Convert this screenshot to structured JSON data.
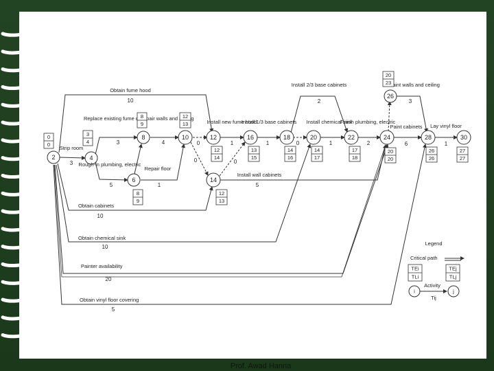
{
  "footer": "Prof. Awad Hanna",
  "nodes": [
    "2",
    "4",
    "6",
    "8",
    "10",
    "12",
    "14",
    "16",
    "18",
    "20",
    "22",
    "24",
    "26",
    "28",
    "30"
  ],
  "activities": {
    "fume_hood": "Obtain fume hood",
    "strip": "Strip room",
    "replace": "Replace existing fume duct",
    "repair_walls": "Repair walls and ceiling",
    "rough": "Rough-in plumbing, electric",
    "repair_floor": "Repair floor",
    "install_hood": "Install new fume hood",
    "install_base_13": "Install 1/3 base cabinets",
    "install_base_23": "Install 2/3 base cabinets",
    "install_sink": "Install chemical sink",
    "finish": "Finish plumbing, electric",
    "paint_cab": "Paint cabinets",
    "paint_walls": "Paint walls and ceiling",
    "lay_floor": "Lay vinyl floor",
    "wall_cab": "Install wall cabinets",
    "obtain_cab": "Obtain cabinets",
    "obtain_sink": "Obtain chemical sink",
    "painter": "Painter availability",
    "obtain_floor": "Obtain vinyl floor covering"
  },
  "durations": {
    "fume_hood": "10",
    "strip": "3",
    "replace": "3",
    "repair_walls": "4",
    "rough": "5",
    "repair_floor": "1",
    "d10_12": "0",
    "d10_14": "0",
    "install_hood": "1",
    "d14_16": "0",
    "install_base_13": "1",
    "d16_18": "0",
    "install_base_23": "2",
    "install_sink": "1",
    "wall_cab": "5",
    "finish": "2",
    "paint_cab": "6",
    "paint_walls": "3",
    "lay_floor": "1",
    "obtain_cab": "10",
    "obtain_sink": "10",
    "painter": "20",
    "obtain_floor": "5"
  },
  "times": {
    "n2": [
      "0",
      "0"
    ],
    "n4": [
      "3",
      "4"
    ],
    "n6": [
      "8",
      "9"
    ],
    "n8": [
      "8",
      "9"
    ],
    "n10": [
      "12",
      "13"
    ],
    "n12": [
      "12",
      "14"
    ],
    "n14": [
      "12",
      "13"
    ],
    "n16": [
      "13",
      "15"
    ],
    "n18": [
      "14",
      "16"
    ],
    "n20": [
      "14",
      "17"
    ],
    "n22": [
      "17",
      "18"
    ],
    "n24": [
      "20",
      "20"
    ],
    "n26": [
      "20",
      "23"
    ],
    "n28": [
      "26",
      "26"
    ],
    "n30": [
      "27",
      "27"
    ]
  },
  "legend": {
    "title": "Legend",
    "critical": "Critical path",
    "activity": "Activity",
    "te_i": "TEi",
    "tl_i": "TLi",
    "te_j": "TEj",
    "tl_j": "TLj",
    "i": "i",
    "j": "j",
    "tij": "Tij"
  }
}
